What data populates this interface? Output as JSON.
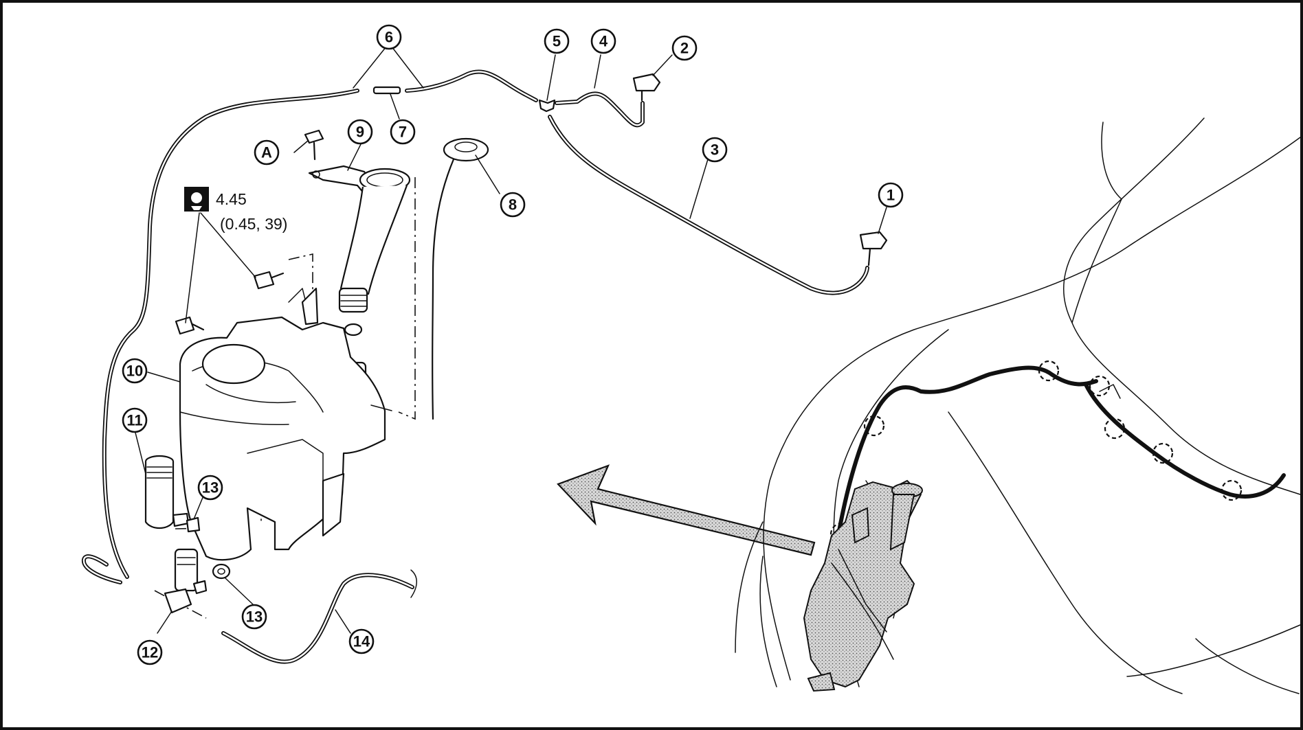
{
  "callouts": {
    "c1": "1",
    "c2": "2",
    "c3": "3",
    "c4": "4",
    "c5": "5",
    "c6": "6",
    "c7": "7",
    "c8": "8",
    "c9": "9",
    "c10": "10",
    "c11": "11",
    "c12": "12",
    "c13a": "13",
    "c13b": "13",
    "c14": "14",
    "cA": "A"
  },
  "torque": {
    "value": "4.45",
    "alt": "(0.45, 39)",
    "icon": "torque-wrench-icon"
  },
  "colors": {
    "line": "#111111",
    "background": "#ffffff"
  }
}
